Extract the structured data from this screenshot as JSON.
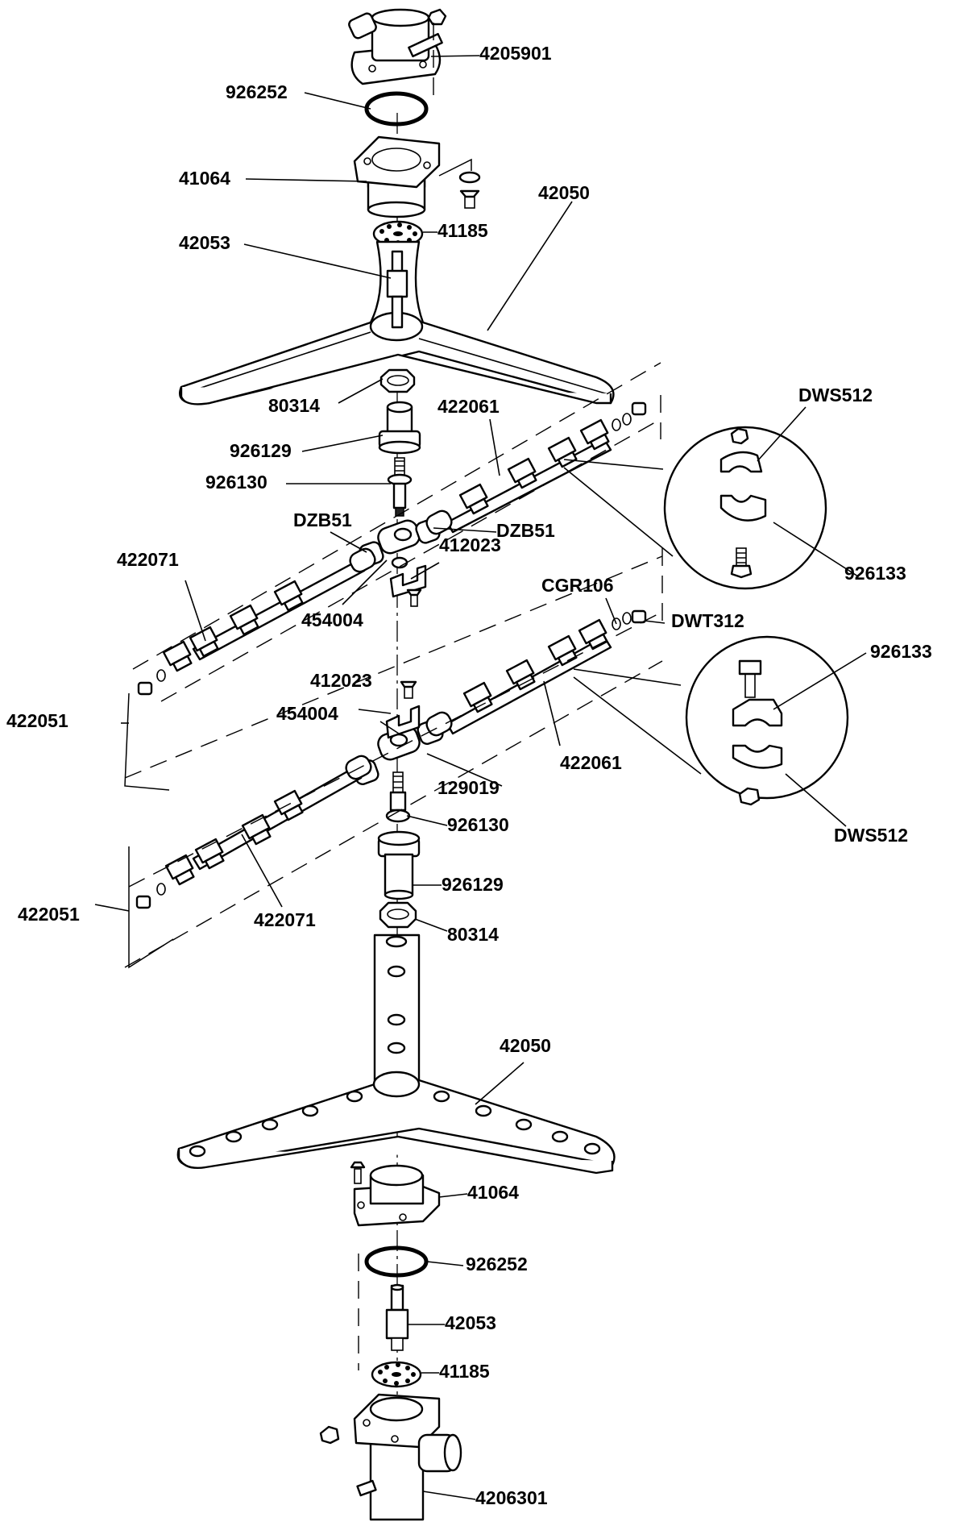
{
  "parts": {
    "p4205901": "4205901",
    "p926252_top": "926252",
    "p41064_top": "41064",
    "p42050_top": "42050",
    "p42053_top": "42053",
    "p41185_top": "41185",
    "p80314_top": "80314",
    "p422061_top": "422061",
    "pDWS512_top": "DWS512",
    "p926129_top": "926129",
    "p926130_top": "926130",
    "pDZB51_left": "DZB51",
    "pDZB51_right": "DZB51",
    "p412023_top": "412023",
    "p422071_top": "422071",
    "p926133_top": "926133",
    "p454004_top": "454004",
    "pCGR106": "CGR106",
    "pDWT312": "DWT312",
    "p926133_mid": "926133",
    "p412023_mid": "412023",
    "p422051_top": "422051",
    "p454004_mid": "454004",
    "p422061_mid": "422061",
    "p129019": "129019",
    "pDWS512_mid": "DWS512",
    "p926130_mid": "926130",
    "p926129_mid": "926129",
    "p422051_bot": "422051",
    "p422071_mid": "422071",
    "p80314_mid": "80314",
    "p42050_bot": "42050",
    "p41064_bot": "41064",
    "p926252_bot": "926252",
    "p42053_bot": "42053",
    "p41185_bot": "41185",
    "p4206301": "4206301"
  }
}
